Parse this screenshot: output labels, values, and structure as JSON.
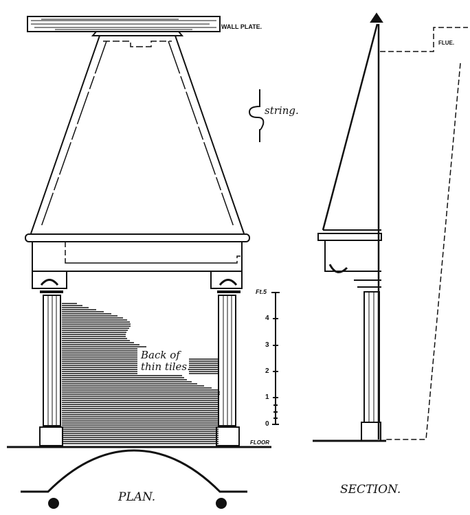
{
  "labels": {
    "wall_plate": "WALL PLATE.",
    "string": "string.",
    "flue": "FLUE.",
    "back_of_tiles_1": "Back of",
    "back_of_tiles_2": "thin tiles.",
    "floor": "FLOOR",
    "plan": "PLAN.",
    "section": "SECTION."
  },
  "scale": {
    "unit": "Ft.5",
    "ticks": [
      "4",
      "3",
      "2",
      "1",
      "0"
    ]
  }
}
